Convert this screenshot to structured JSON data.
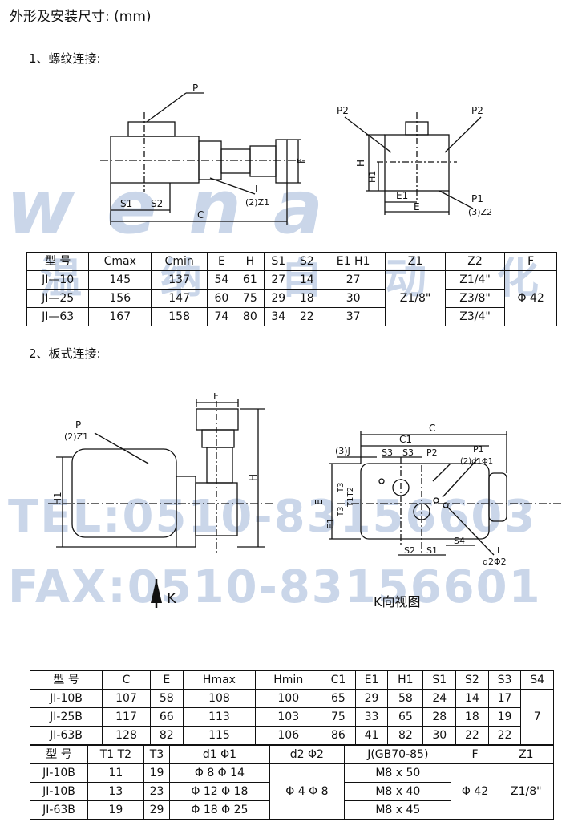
{
  "title": "外形及安装尺寸: (mm)",
  "section1": {
    "heading": "1、螺纹连接:"
  },
  "section2": {
    "heading": "2、板式连接:"
  },
  "watermark": {
    "logo": "wena",
    "cn": [
      "温",
      "纳",
      "自",
      "动",
      "化"
    ],
    "tel": "TEL:0510-83156603",
    "fax": "FAX:0510-83156601"
  },
  "drawing1": {
    "labels": {
      "p": "P",
      "l": "L",
      "lz1": "(2)Z1",
      "s1": "S1",
      "s2": "S2",
      "c": "C",
      "f": "F",
      "p2a": "P2",
      "p2b": "P2",
      "h": "H",
      "h1": "H1",
      "e1": "E1",
      "e": "E",
      "p1": "P1",
      "z2": "(3)Z2"
    }
  },
  "drawing2": {
    "labels": {
      "f": "F",
      "p": "P",
      "pz1": "(2)Z1",
      "h1": "H1",
      "h": "H",
      "k": "K"
    }
  },
  "drawing3": {
    "labels": {
      "c": "C",
      "c1": "C1",
      "j": "(3)J",
      "s3a": "S3",
      "s3b": "S3",
      "p2": "P2",
      "p1": "P1",
      "d1": "(2)d1Φ1",
      "t3a": "T3",
      "t1t2": "T1T2",
      "t3b": "T3",
      "e": "E",
      "e1": "E1",
      "s4": "S4",
      "s2": "S2",
      "s1": "S1",
      "l": "L",
      "d2": "d2Φ2",
      "caption": "K向视图"
    }
  },
  "table1": {
    "headers": [
      "型 号",
      "Cmax",
      "Cmin",
      "E",
      "H",
      "S1",
      "S2",
      "E1 H1",
      "Z1",
      "Z2",
      "F"
    ],
    "rows": [
      [
        "JI—10",
        "145",
        "137",
        "54",
        "61",
        "27",
        "14",
        "27",
        "Z1/8\"",
        "Z1/4\"",
        "Φ 42"
      ],
      [
        "JI—25",
        "156",
        "147",
        "60",
        "75",
        "29",
        "18",
        "30",
        "",
        "Z3/8\"",
        ""
      ],
      [
        "JI—63",
        "167",
        "158",
        "74",
        "80",
        "34",
        "22",
        "37",
        "",
        "Z3/4\"",
        ""
      ]
    ]
  },
  "table2": {
    "headers": [
      "型 号",
      "C",
      "E",
      "Hmax",
      "Hmin",
      "C1",
      "E1",
      "H1",
      "S1",
      "S2",
      "S3",
      "S4"
    ],
    "rows": [
      [
        "JI-10B",
        "107",
        "58",
        "108",
        "100",
        "65",
        "29",
        "58",
        "24",
        "14",
        "17",
        "7"
      ],
      [
        "JI-25B",
        "117",
        "66",
        "113",
        "103",
        "75",
        "33",
        "65",
        "28",
        "18",
        "19",
        ""
      ],
      [
        "JI-63B",
        "128",
        "82",
        "115",
        "106",
        "86",
        "41",
        "82",
        "30",
        "22",
        "22",
        ""
      ]
    ]
  },
  "table3": {
    "headers": [
      "型 号",
      "T1 T2",
      "T3",
      "d1  Φ1",
      "d2 Φ2",
      "J(GB70-85)",
      "F",
      "Z1"
    ],
    "rows": [
      [
        "JI-10B",
        "11",
        "19",
        "Φ 8  Φ 14",
        "Φ 4  Φ 8",
        "M8  x 50",
        "Φ 42",
        "Z1/8\""
      ],
      [
        "JI-10B",
        "13",
        "23",
        "Φ 12 Φ 18",
        "",
        "M8  x  40",
        "",
        ""
      ],
      [
        "JI-63B",
        "19",
        "29",
        "Φ 18 Φ 25",
        "",
        "M8  x  45",
        "",
        ""
      ]
    ]
  }
}
